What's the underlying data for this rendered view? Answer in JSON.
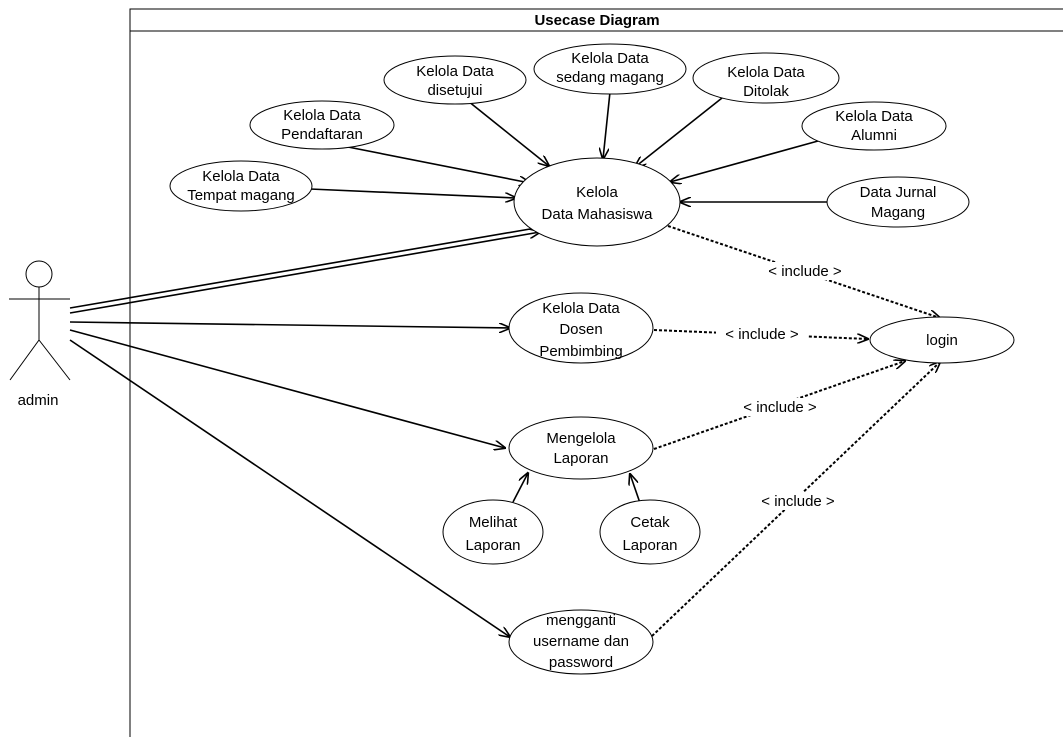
{
  "system": {
    "title": "Usecase Diagram"
  },
  "actor": {
    "name": "admin"
  },
  "usecases": {
    "kelola_tempat": [
      "Kelola Data",
      "Tempat magang"
    ],
    "kelola_pendaftaran": [
      "Kelola Data",
      "Pendaftaran"
    ],
    "kelola_disetujui": [
      "Kelola Data",
      "disetujui"
    ],
    "kelola_sedang": [
      "Kelola Data",
      "sedang magang"
    ],
    "kelola_ditolak": [
      "Kelola Data",
      "Ditolak"
    ],
    "kelola_alumni": [
      "Kelola Data",
      "Alumni"
    ],
    "data_jurnal": [
      "Data Jurnal",
      "Magang"
    ],
    "kelola_mahasiswa": [
      "Kelola",
      "Data Mahasiswa"
    ],
    "kelola_dosen": [
      "Kelola Data",
      "Dosen",
      "Pembimbing"
    ],
    "mengelola_laporan": [
      "Mengelola",
      "Laporan"
    ],
    "melihat_laporan": [
      "Melihat",
      "Laporan"
    ],
    "cetak_laporan": [
      "Cetak",
      "Laporan"
    ],
    "mengganti": [
      "mengganti",
      "username dan",
      "password"
    ],
    "login": [
      "login"
    ]
  },
  "relations": {
    "include_label": "< include >"
  }
}
